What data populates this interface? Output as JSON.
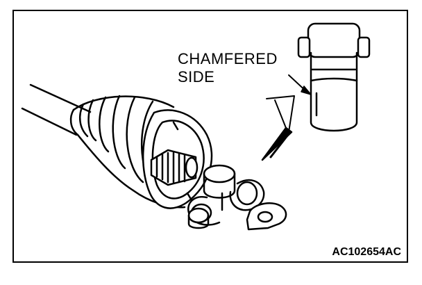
{
  "diagram": {
    "callout_line_1": "CHAMFERED",
    "callout_line_2": "SIDE",
    "figure_id": "AC102654AC"
  },
  "icons": [
    "shaft",
    "boot",
    "spider-assembly",
    "roller",
    "snap-ring",
    "roller-detail",
    "arrow"
  ],
  "colors": {
    "ink": "#000000",
    "background": "#ffffff"
  }
}
